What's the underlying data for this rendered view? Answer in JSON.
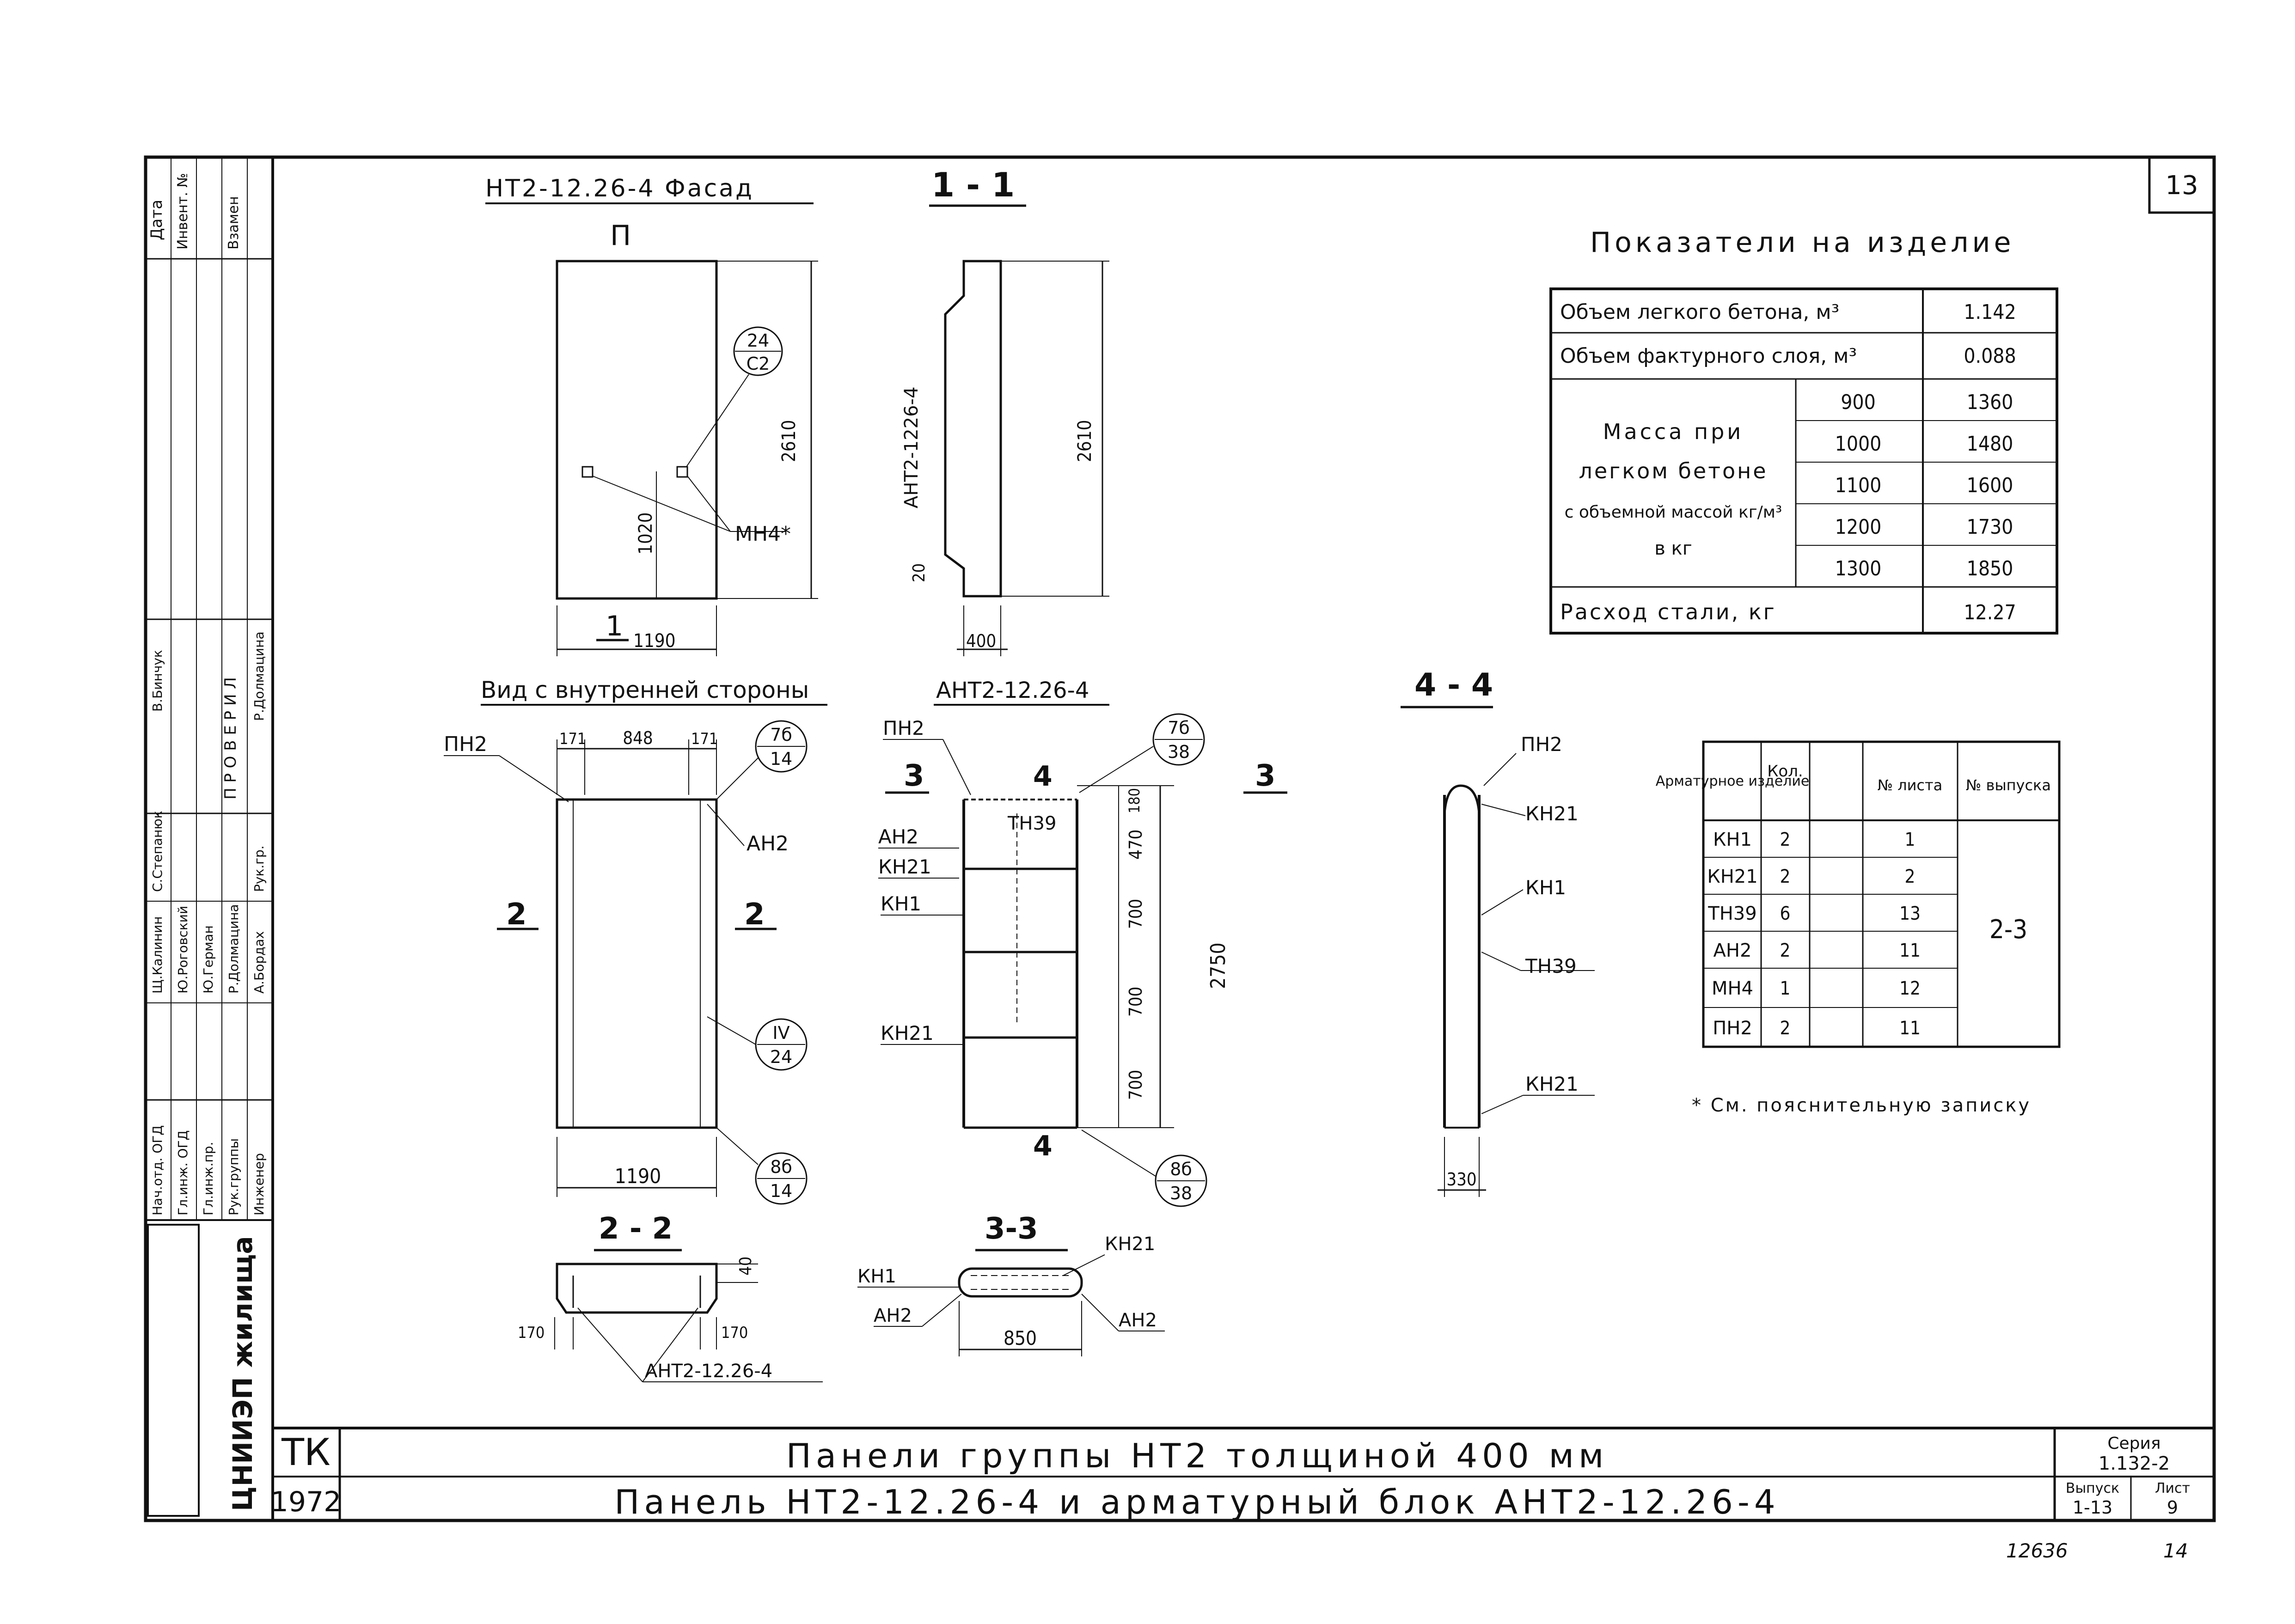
{
  "sheet_number": "13",
  "views": {
    "facade_title": "НТ2-12.26-4 Фасад",
    "facade_section_label": "1",
    "facade_mark_top": "П",
    "facade_height": "2610",
    "facade_dim_1020": "1020",
    "facade_width": "1190",
    "facade_callout_top": "24",
    "facade_callout_bot": "С2",
    "facade_mn4": "МН4*",
    "section11_title": "1 - 1",
    "section11_vertical": "АНТ2-1226-4",
    "section11_height": "2610",
    "section11_dim20": "20",
    "section11_width": "400",
    "inner_title": "Вид с внутренней стороны",
    "inner_pn2": "ПН2",
    "inner_dim_171a": "171",
    "inner_dim_848": "848",
    "inner_dim_171b": "171",
    "inner_an2": "АН2",
    "inner_cut2_left": "2",
    "inner_cut2_right": "2",
    "inner_width": "1190",
    "callout_76_14_top": "7б",
    "callout_76_14_bot": "14",
    "callout_iv_24_top": "IV",
    "callout_iv_24_bot": "24",
    "callout_86_14_top": "8б",
    "callout_86_14_bot": "14",
    "block_title": "АНТ2-12.26-4",
    "block_pn2": "ПН2",
    "block_cut3_left": "3",
    "block_cut3_right": "3",
    "block_cut4_top": "4",
    "block_cut4_bot": "4",
    "block_an2": "АН2",
    "block_tn39": "ТН39",
    "block_kn21a": "КН21",
    "block_kn1": "КН1",
    "block_kn21b": "КН21",
    "block_dim_180": "180",
    "block_dim_470": "470",
    "block_dim_700a": "700",
    "block_dim_700b": "700",
    "block_dim_700c": "700",
    "block_dim_2750": "2750",
    "callout_76_38_top": "7б",
    "callout_76_38_bot": "38",
    "callout_86_38_top": "8б",
    "callout_86_38_bot": "38",
    "section44_title": "4 - 4",
    "s44_pn2": "ПН2",
    "s44_kn21a": "КН21",
    "s44_kn1": "КН1",
    "s44_tn39": "ТН39",
    "s44_kn21b": "КН21",
    "s44_width": "330",
    "section22_title": "2 - 2",
    "s22_dim40": "40",
    "s22_dim170a": "170",
    "s22_dim170b": "170",
    "s22_label": "АНТ2-12.26-4",
    "section33_title": "3-3",
    "s33_kn1": "КН1",
    "s33_kn21": "КН21",
    "s33_an2a": "АН2",
    "s33_an2b": "АН2",
    "s33_width": "850"
  },
  "indicators": {
    "title": "Показатели на изделие",
    "row_light_concrete": "Объем легкого бетона, м³",
    "val_light_concrete": "1.142",
    "row_facing": "Объем фактурного слоя, м³",
    "val_facing": "0.088",
    "mass_label_1": "Масса при",
    "mass_label_2": "легком бетоне",
    "mass_label_3": "с объемной массой кг/м³",
    "mass_label_4": "в кг",
    "mass_rows": [
      {
        "density": "900",
        "mass": "1360"
      },
      {
        "density": "1000",
        "mass": "1480"
      },
      {
        "density": "1100",
        "mass": "1600"
      },
      {
        "density": "1200",
        "mass": "1730"
      },
      {
        "density": "1300",
        "mass": "1850"
      }
    ],
    "row_steel": "Расход стали, кг",
    "val_steel": "12.27"
  },
  "rebar_table": {
    "headers": [
      "Арматурное изделие",
      "Кол.",
      "№ листа",
      "№ выпуска"
    ],
    "rows": [
      {
        "item": "КН1",
        "qty": "2",
        "sheet": "1"
      },
      {
        "item": "КН21",
        "qty": "2",
        "sheet": "2"
      },
      {
        "item": "ТН39",
        "qty": "6",
        "sheet": "13"
      },
      {
        "item": "АН2",
        "qty": "2",
        "sheet": "11"
      },
      {
        "item": "МН4",
        "qty": "1",
        "sheet": "12"
      },
      {
        "item": "ПН2",
        "qty": "2",
        "sheet": "11"
      }
    ],
    "issue": "2-3",
    "note": "* См. пояснительную записку"
  },
  "stamp": {
    "org": "ЦНИИЭП жилища",
    "tk": "ТК",
    "year": "1972",
    "title_line1": "Панели группы НТ2 толщиной 400 мм",
    "title_line2": "Панель НТ2-12.26-4 и арматурный блок АНТ2-12.26-4",
    "series_label": "Серия",
    "series_value": "1.132-2",
    "issue_label": "Выпуск",
    "issue_value": "1-13",
    "sheet_label": "Лист",
    "sheet_value": "9",
    "bottom_left_number": "12636",
    "bottom_right_number": "14"
  },
  "side_stamp": {
    "col_date": "Дата",
    "col_inv": "Инвент. №",
    "col_replace": "Взамен",
    "checked": "П Р О В Е Р И Л",
    "roles": [
      "Нач.отд. ОГД",
      "Гл.инж. ОГД",
      "Гл.инж.пр.",
      "Рук.группы",
      "Инженер"
    ],
    "names": [
      "Щ.Калинин",
      "Ю.Роговский",
      "Ю.Герман",
      "Р.Долмацина",
      "А.Бордах"
    ],
    "right_roles": [
      "С.Степанюк",
      "",
      "Рук.гр."
    ],
    "right_names": [
      "В.Бинчук",
      "",
      "Р.Долмацина"
    ]
  }
}
